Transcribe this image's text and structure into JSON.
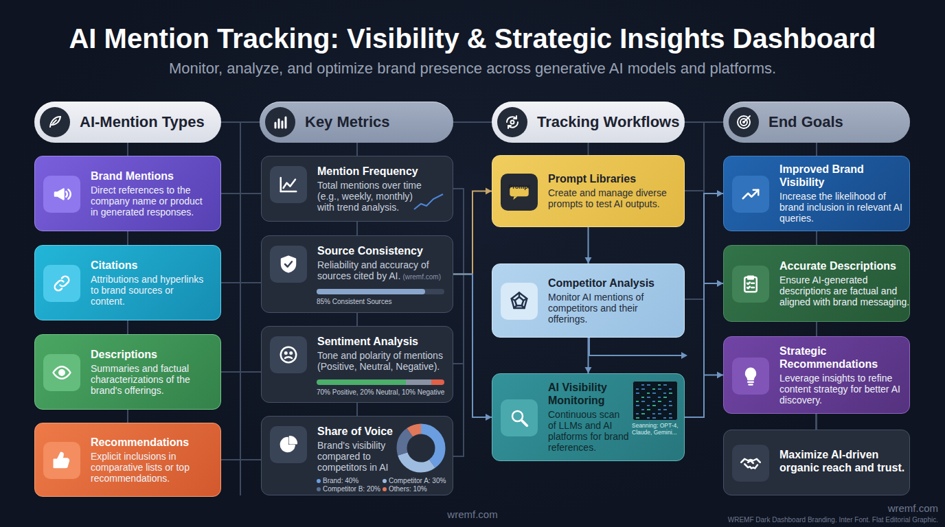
{
  "diagram": {
    "title": "AI Mention Tracking: Visibility & Strategic Insights Dashboard",
    "nodes": [
      {
        "text": [
          "AI-Mention Types"
        ]
      },
      {
        "text": [
          "Brand Mentions",
          "Direct references to the company name or product in generated responses."
        ]
      },
      {
        "text": [
          "Citations",
          "Attributions and hyperlinks to brand sources or content."
        ]
      },
      {
        "text": [
          "Descriptions",
          "Summaries and factual characterizations of the brand's offerings."
        ]
      },
      {
        "text": [
          "Recommendations",
          "Explicit inclusions in comparative lists or top recommendations."
        ]
      },
      {
        "text": [
          "Key Metrics"
        ]
      },
      {
        "text": [
          "Mention Frequency",
          "Total mentions over time (e.g., weekly, monthly) with trend analysis."
        ]
      },
      {
        "text": [
          "Source Consistency",
          "Reliability and accuracy of sources cited by AI.",
          "(wremf.com)",
          "85% Consistent Sources"
        ]
      },
      {
        "text": [
          "Sentiment Analysis",
          "Tone and polarity of mentions (Positive, Neutral, Negative).",
          "70% Positive, 20% Neutral, 10% Negative"
        ]
      },
      {
        "text": [
          "Share of Voice",
          "Brand's visibility compared to competitors in AI"
        ]
      },
      {
        "text": [
          "Tracking Workflows"
        ]
      },
      {
        "text": [
          "Prompt Libraries",
          "Create and manage diverse prompts to test AI outputs."
        ]
      },
      {
        "text": [
          "Competitor Analysis",
          "Monitor AI mentions of competitors and their offerings."
        ]
      },
      {
        "text": [
          "AI Visibility Monitoring",
          "Continuous scan of LLMs and AI platforms for brand references."
        ]
      },
      {
        "text": [
          "End Goals"
        ]
      },
      {
        "text": [
          "Improved Brand Visibility",
          "Increase the likelihood of brand inclusion in relevant AI queries."
        ]
      },
      {
        "text": [
          "Accurate Descriptions",
          "Ensure AI-generated descriptions are factual and aligned with brand messaging."
        ]
      },
      {
        "text": [
          "Strategic Recommendations",
          "Leverage insights to refine content strategy for better AI discovery."
        ]
      },
      {
        "text": [
          "Maximize AI-driven organic reach and trust."
        ]
      }
    ],
    "edges": [
      {
        "from": 0,
        "to": 5,
        "arrow": "none"
      },
      {
        "from": 5,
        "to": 10,
        "arrow": "none"
      },
      {
        "from": 10,
        "to": 14,
        "arrow": "none"
      },
      {
        "from": 0,
        "to": 1,
        "arrow": "none"
      },
      {
        "from": 1,
        "to": 2,
        "arrow": "none"
      },
      {
        "from": 2,
        "to": 3,
        "arrow": "none"
      },
      {
        "from": 3,
        "to": 4,
        "arrow": "none"
      },
      {
        "from": 5,
        "to": 6,
        "arrow": "none"
      },
      {
        "from": 6,
        "to": 7,
        "arrow": "none"
      },
      {
        "from": 7,
        "to": 8,
        "arrow": "none"
      },
      {
        "from": 8,
        "to": 9,
        "arrow": "none"
      },
      {
        "from": 10,
        "to": 11,
        "arrow": "none"
      },
      {
        "from": 11,
        "to": 12,
        "arrow": "to"
      },
      {
        "from": 12,
        "to": 13,
        "arrow": "to"
      },
      {
        "from": 7,
        "to": 11,
        "arrow": "to"
      },
      {
        "from": 7,
        "to": 13,
        "arrow": "to"
      },
      {
        "from": 14,
        "to": 15,
        "arrow": "none"
      },
      {
        "from": 15,
        "to": 16,
        "arrow": "none"
      },
      {
        "from": 16,
        "to": 17,
        "arrow": "none"
      },
      {
        "from": 17,
        "to": 18,
        "arrow": "none"
      },
      {
        "from": 13,
        "to": 15,
        "arrow": "to"
      },
      {
        "from": 13,
        "to": 16,
        "arrow": "to"
      },
      {
        "from": 13,
        "to": 17,
        "arrow": "to"
      }
    ],
    "labels": [
      "Monitor, analyze, and optimize brand presence across generative AI models and platforms.",
      "Prompt",
      "Seanning: OPT-4, Claude, Gemini...",
      "wremf.com",
      "wremf.com",
      "WREMF Dark Dashboard Branding. Inter Font. Flat Editorial Graphic."
    ],
    "legend": [
      {
        "text": "Brand: 40%",
        "color": "#6b9ee0"
      },
      {
        "text": "Competitor A: 30%",
        "color": "#9dbce0"
      },
      {
        "text": "Competitor B: 20%",
        "color": "#5c6f95"
      },
      {
        "text": "Others: 10%",
        "color": "#e0785a"
      }
    ]
  }
}
